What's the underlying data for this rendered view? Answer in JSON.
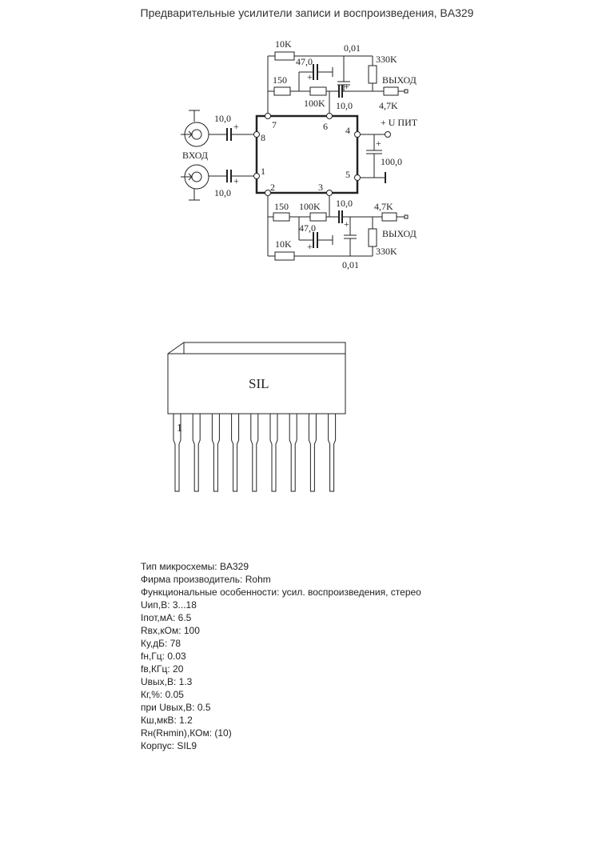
{
  "title": "Предварительные усилители записи и воспроизведения, BA329",
  "schematic": {
    "labels": {
      "r_top_10k": "10K",
      "c_top_001": "0,01",
      "c_top_47": "47,0",
      "r_top_330k": "330K",
      "out_top": "ВЫХОД",
      "r_top_150": "150",
      "r_top_100k": "100K",
      "c_top_10": "10,0",
      "r_top_47k": "4,7K",
      "u_pit": "+ U ПИТ",
      "c_in_top": "10,0",
      "vhod": "ВХОД",
      "c_in_bot": "10,0",
      "c_supply": "100,0",
      "r_bot_150": "150",
      "r_bot_100k": "100K",
      "c_bot_10": "10,0",
      "r_bot_47k": "4,7K",
      "c_bot_47": "47,0",
      "out_bot": "ВЫХОД",
      "r_bot_10k": "10K",
      "r_bot_330k": "330K",
      "c_bot_001": "0,01",
      "plus": "+"
    },
    "pins": [
      "8",
      "7",
      "6",
      "4",
      "1",
      "5",
      "2",
      "3"
    ]
  },
  "package": {
    "name": "SIL",
    "pin1_label": "1",
    "pin_count": 9
  },
  "specs": [
    "Тип микросхемы: BA329",
    "Фирма производитель: Rohm",
    "Функциональные особенности: усил. воспроизведения, стерео",
    "Uип,В: 3...18",
    "Iпот,мА: 6.5",
    "Rвх,кОм: 100",
    "Ку,дБ: 78",
    "fн,Гц: 0.03",
    "fв,КГц: 20",
    "Uвых,В: 1.3",
    "Кг,%: 0.05",
    "при Uвых,В: 0.5",
    "Кш,мкВ: 1.2",
    "Rн(Rнmin),КОм: (10)",
    "Корпус: SIL9"
  ]
}
